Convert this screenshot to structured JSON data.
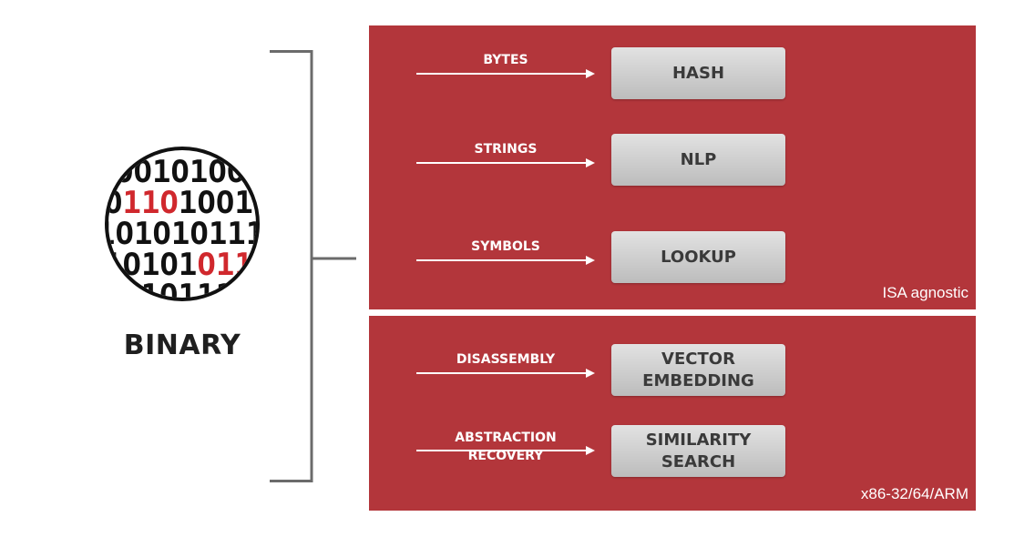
{
  "source": {
    "label": "BINARY",
    "icon": "binary-digits-magnifier-icon"
  },
  "groups": [
    {
      "note": "ISA agnostic",
      "rows": [
        {
          "input": "BYTES",
          "method": "HASH"
        },
        {
          "input": "STRINGS",
          "method": "NLP"
        },
        {
          "input": "SYMBOLS",
          "method": "LOOKUP"
        }
      ]
    },
    {
      "note": "x86-32/64/ARM",
      "rows": [
        {
          "input": "DISASSEMBLY",
          "method": "VECTOR EMBEDDING"
        },
        {
          "input": "ABSTRACTION RECOVERY",
          "method": "SIMILARITY SEARCH"
        }
      ]
    }
  ],
  "colors": {
    "panel": "#b3363b",
    "highlight_digits": "#d0282d",
    "box": "#d0d0d0",
    "bracket": "#6b6b6b"
  }
}
